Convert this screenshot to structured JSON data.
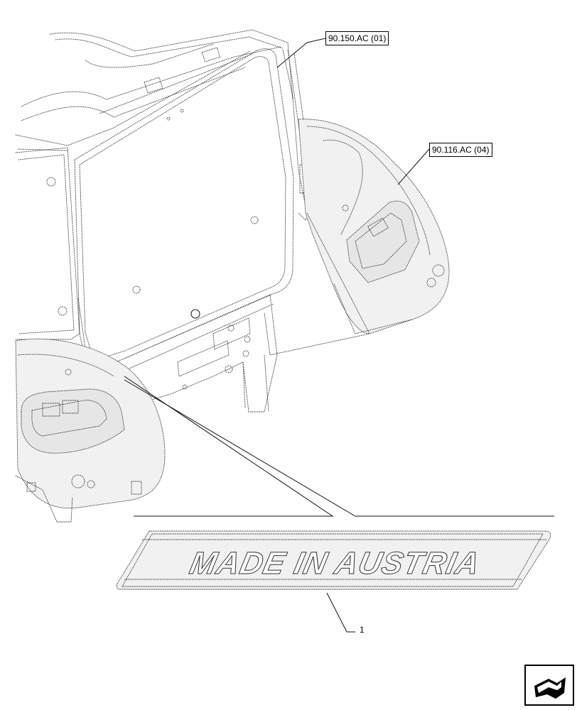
{
  "callouts": [
    {
      "label": "90.150.AC (01)"
    },
    {
      "label": "90.116.AC (04)"
    }
  ],
  "decal": {
    "text": "MADE IN AUSTRIA"
  },
  "item_number": "1",
  "navigation": {
    "icon": "next-page-arrow-icon"
  }
}
